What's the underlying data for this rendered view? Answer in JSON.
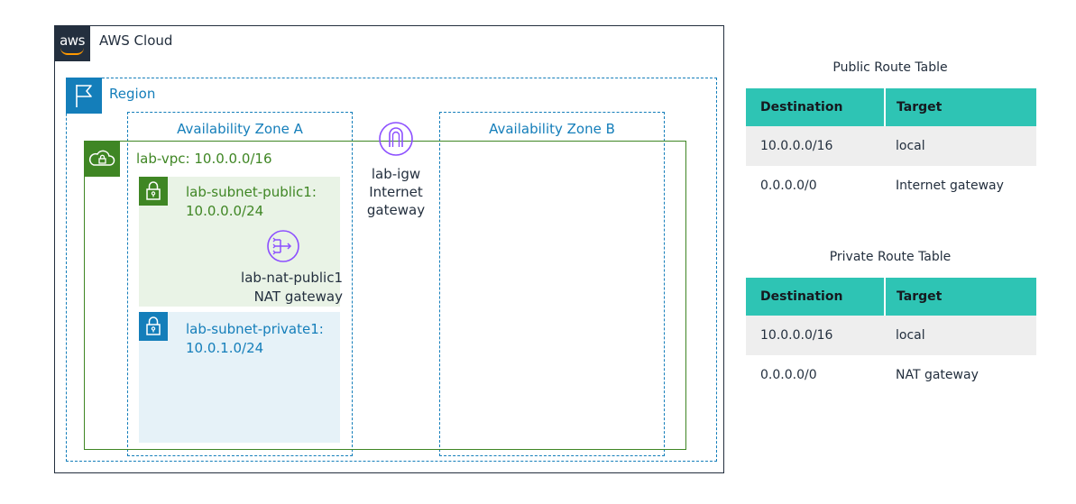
{
  "diagram": {
    "cloud": {
      "label": "AWS Cloud",
      "logo_text": "aws"
    },
    "region": {
      "label": "Region"
    },
    "availability_zones": [
      {
        "label": "Availability Zone A"
      },
      {
        "label": "Availability Zone B"
      }
    ],
    "vpc": {
      "label": "lab-vpc: 10.0.0.0/16"
    },
    "subnets": {
      "public": {
        "name": "lab-subnet-public1:",
        "cidr": "10.0.0.0/24"
      },
      "private": {
        "name": "lab-subnet-private1:",
        "cidr": "10.0.1.0/24"
      }
    },
    "nat_gateway": {
      "name": "lab-nat-public1",
      "type": "NAT gateway"
    },
    "internet_gateway": {
      "name": "lab-igw",
      "type_line1": "Internet",
      "type_line2": "gateway"
    }
  },
  "route_tables": {
    "public": {
      "title": "Public Route Table",
      "headers": [
        "Destination",
        "Target"
      ],
      "rows": [
        [
          "10.0.0.0/16",
          "local"
        ],
        [
          "0.0.0.0/0",
          "Internet gateway"
        ]
      ]
    },
    "private": {
      "title": "Private Route Table",
      "headers": [
        "Destination",
        "Target"
      ],
      "rows": [
        [
          "10.0.0.0/16",
          "local"
        ],
        [
          "0.0.0.0/0",
          "NAT gateway"
        ]
      ]
    }
  },
  "colors": {
    "aws_dark": "#232f3e",
    "aws_orange": "#ff9900",
    "region_blue": "#147eba",
    "vpc_green": "#3f8624",
    "public_subnet_bg": "#e9f3e6",
    "private_subnet_bg": "#e6f2f8",
    "gateway_purple": "#8c4fff",
    "table_header": "#2ec4b4",
    "table_stripe": "#eeeeee"
  },
  "icons": [
    "aws-logo",
    "flag-icon",
    "cloud-lock-icon",
    "lock-icon",
    "nat-gateway-icon",
    "internet-gateway-icon"
  ]
}
